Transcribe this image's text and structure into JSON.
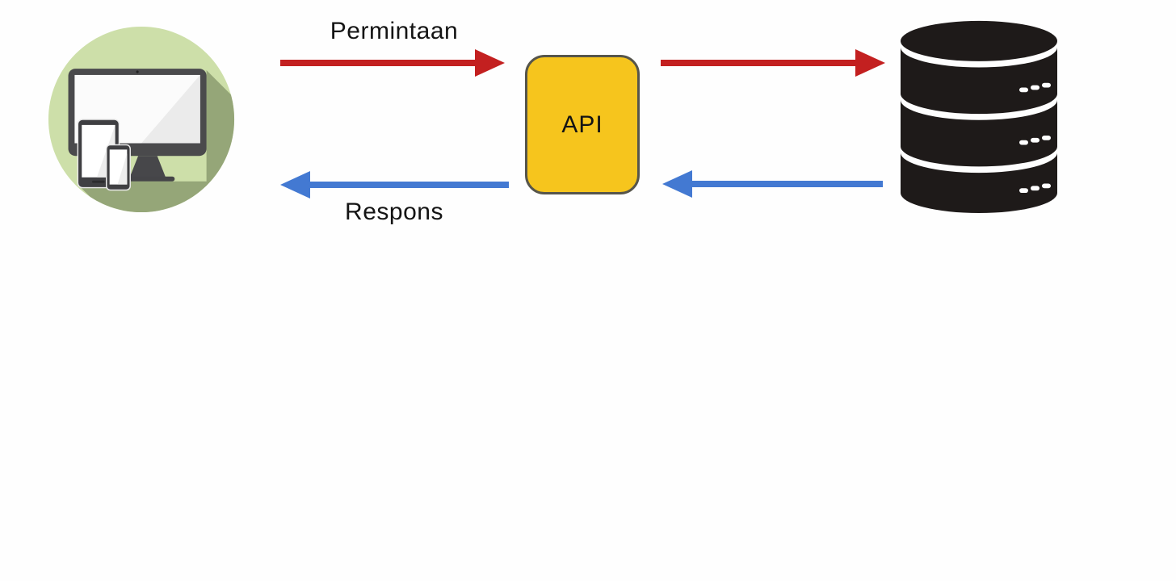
{
  "labels": {
    "request": "Permintaan",
    "response": "Respons",
    "api": "API"
  },
  "icons": {
    "client": "client-devices-icon",
    "database": "database-icon"
  },
  "colors": {
    "background": "#fefefe",
    "request_arrow": "#c32020",
    "response_arrow": "#4379d2",
    "api_fill": "#f6c51d",
    "api_border": "#56554b",
    "client_circle": "#cddfa9",
    "client_shadow": "#95a678",
    "device_body": "#4a4a4c",
    "device_screen": "#fbfbfb",
    "database": "#1e1a19",
    "text": "#141414"
  }
}
